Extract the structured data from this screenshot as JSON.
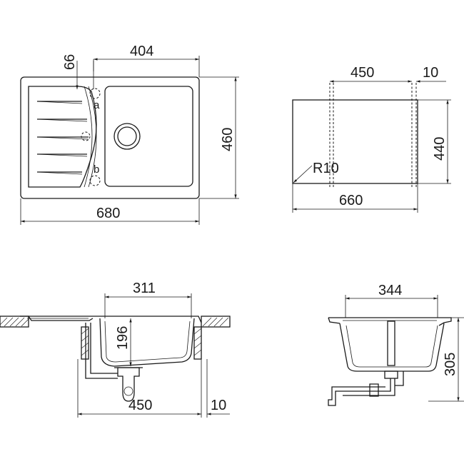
{
  "top_view": {
    "width_total": "680",
    "depth_total": "460",
    "bowl_width": "404",
    "offset": "66",
    "marker_a": "a",
    "marker_b": "b"
  },
  "cutout": {
    "width": "660",
    "inner": "450",
    "gap": "10",
    "depth": "440",
    "radius": "R10"
  },
  "front_section": {
    "bowl_width": "311",
    "bowl_depth": "196",
    "cabinet_width": "450",
    "offset": "10"
  },
  "side_section": {
    "width": "344",
    "height": "305"
  }
}
